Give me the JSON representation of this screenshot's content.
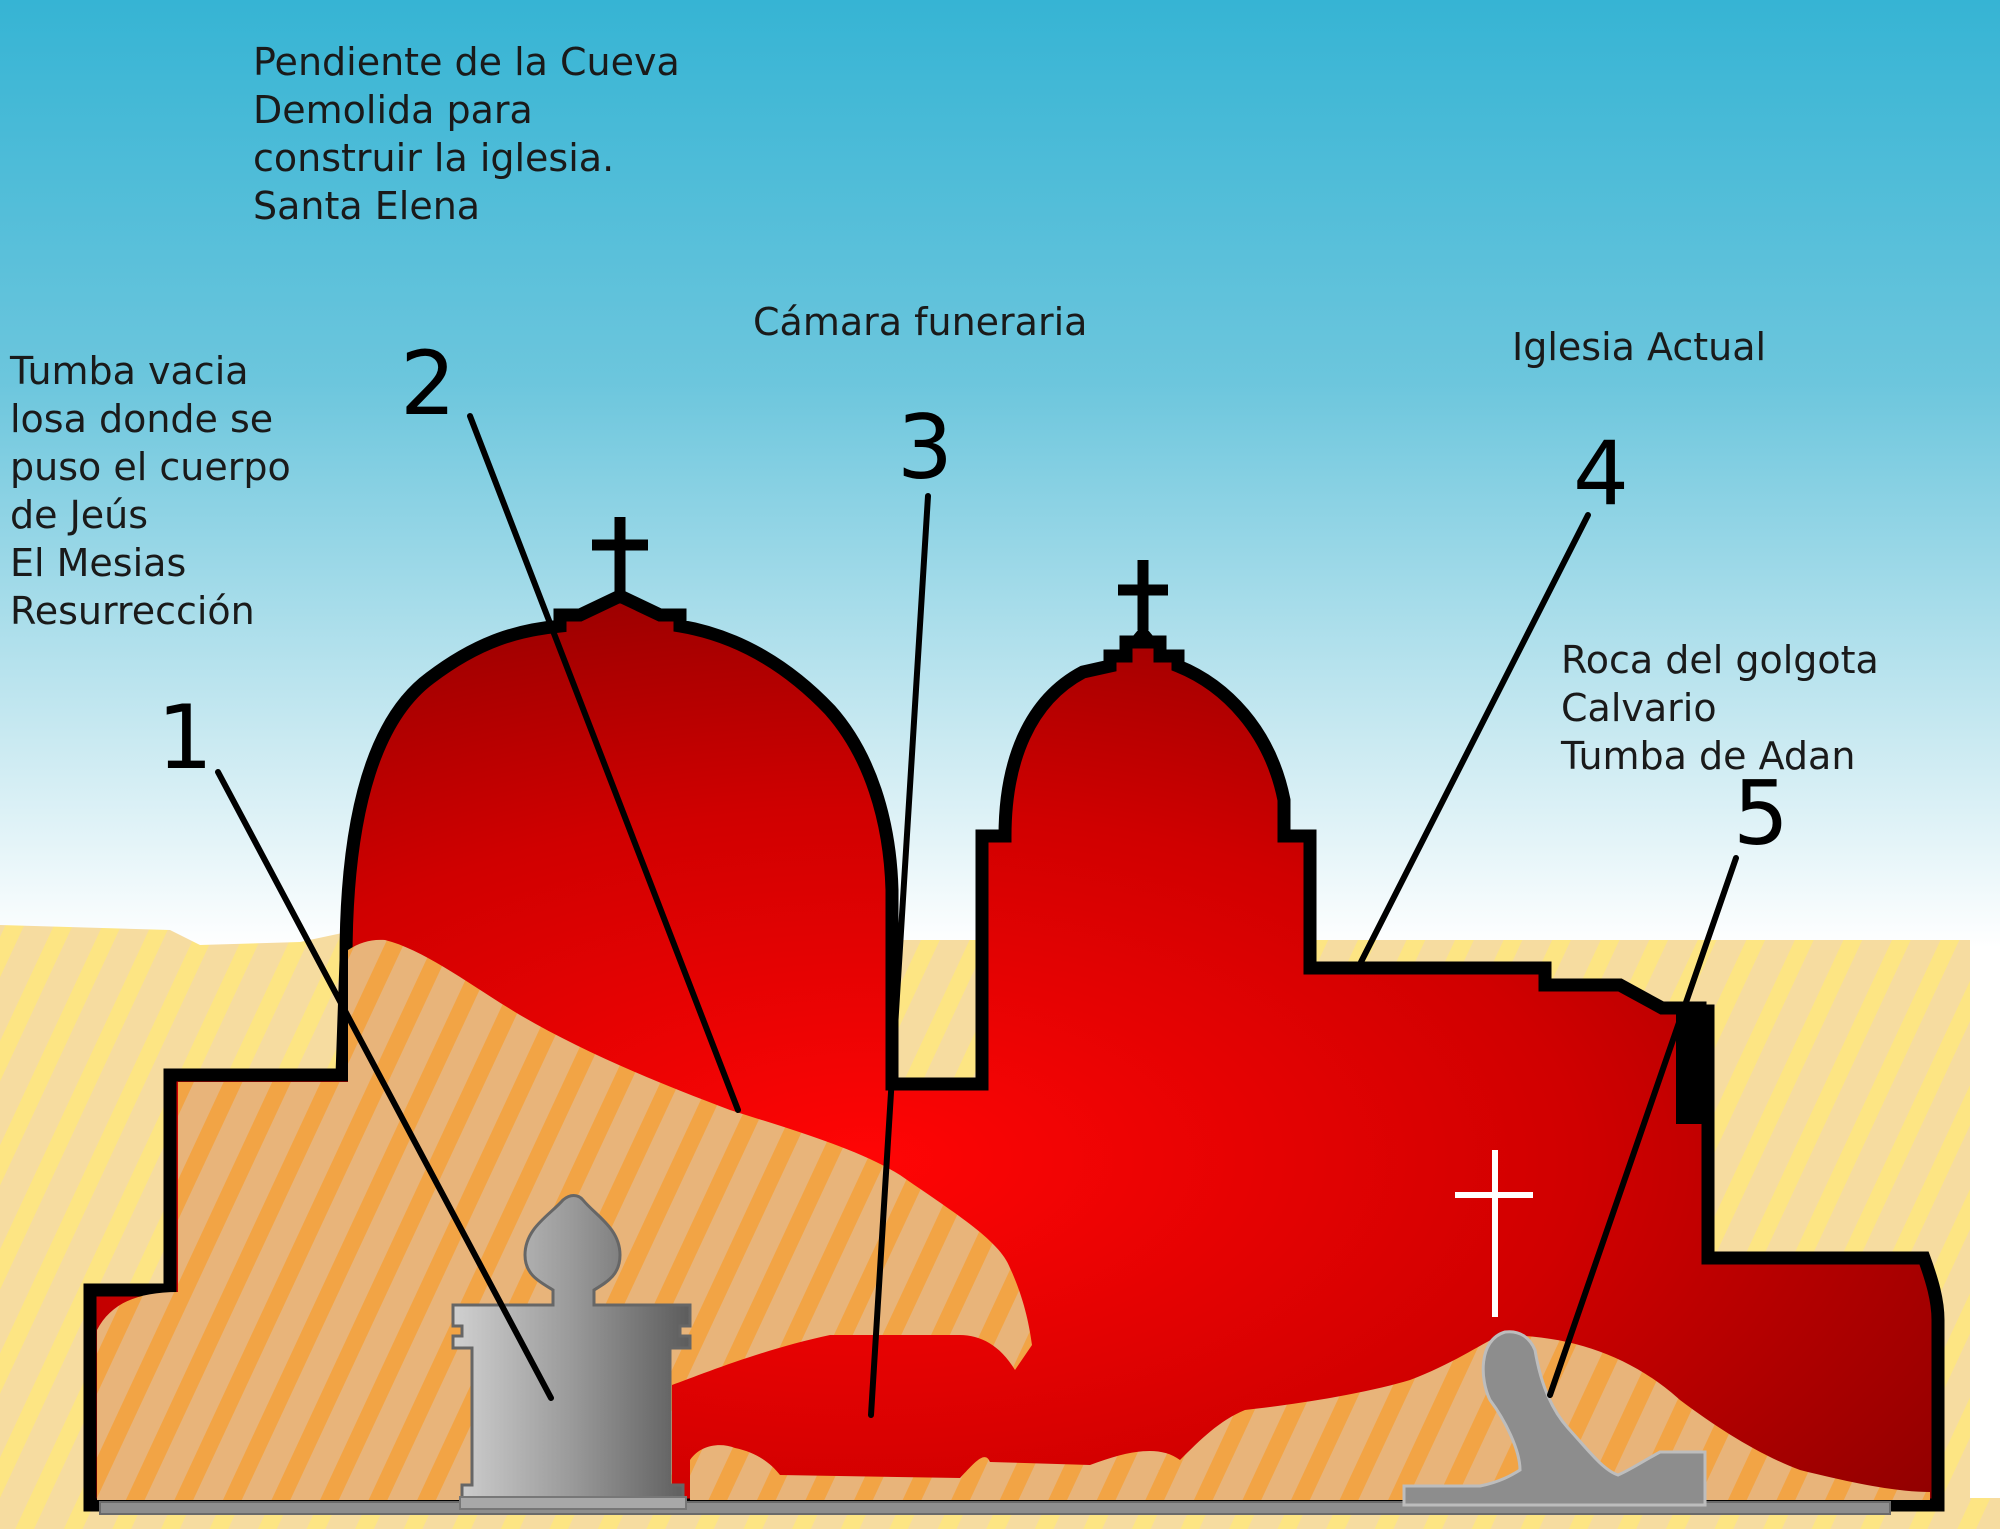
{
  "labels": {
    "cave_slope": "Pendiente de la Cueva\nDemolida para\nconstruir la iglesia.\nSanta Elena",
    "burial_chamber": "Cámara funeraria",
    "current_church": "Iglesia Actual",
    "empty_tomb": "Tumba vacia\nlosa donde se\npuso el cuerpo\nde Jeús\nEl Mesias\nResurrección",
    "golgotha_rock": "Roca del golgota\nCalvario\nTumba de Adan"
  },
  "numbers": {
    "n1": "1",
    "n2": "2",
    "n3": "3",
    "n4": "4",
    "n5": "5"
  },
  "colors": {
    "sky_top": "#36b4d4",
    "sky_bottom": "#ffffff",
    "church_red": "#e00000",
    "church_dark_red": "#990000",
    "rock_tan": "#e8b47a",
    "rock_stripe": "#f2a445",
    "ground_yellow": "#fde7a0",
    "tomb_gray": "#9a9a9a",
    "outline": "#000000",
    "cross_white": "#ffffff"
  }
}
